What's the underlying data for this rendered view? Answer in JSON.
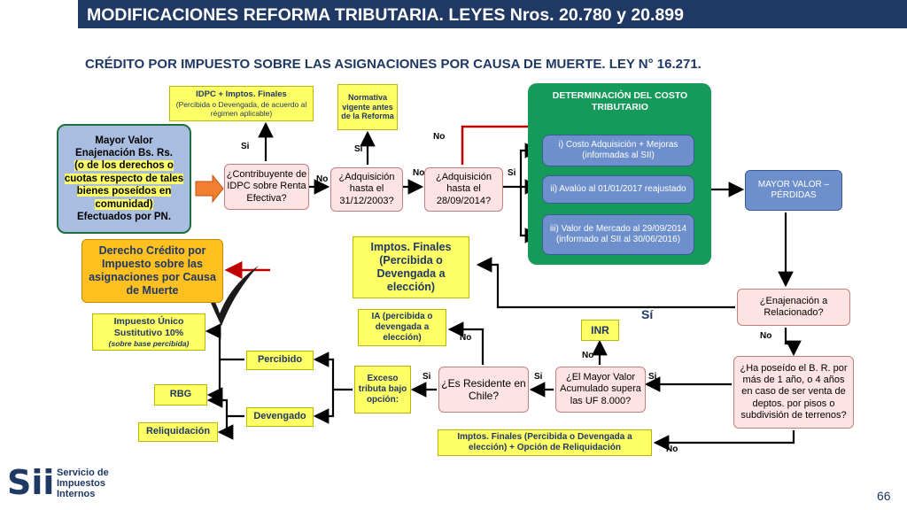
{
  "title": "MODIFICACIONES REFORMA TRIBUTARIA. LEYES Nros. 20.780 y 20.899",
  "subtitle": "CRÉDITO POR IMPUESTO SOBRE LAS ASIGNACIONES POR CAUSA DE MUERTE.  LEY N° 16.271.",
  "mayor_valor": {
    "line1": "Mayor Valor Enajenación Bs. Rs.",
    "line2": "(o de los derechos o cuotas respecto de tales bienes poseídos en comunidad)",
    "line3": "Efectuados por PN."
  },
  "idpc": {
    "main": "IDPC + Imptos. Finales",
    "sub": "(Percibida o Devengada, de acuerdo al régimen aplicable)"
  },
  "normativa": "Normativa vigente antes de la Reforma",
  "q_contribuyente": "¿Contribuyente de IDPC sobre Renta Efectiva?",
  "q_adq_2003": "¿Adquisición hasta el 31/12/2003?",
  "q_adq_2014": "¿Adquisición hasta el 28/09/2014?",
  "determinacion": {
    "title": "DETERMINACIÓN DEL COSTO TRIBUTARIO",
    "opt1": "i) Costo Adquisición + Mejoras (informadas al SII)",
    "opt2": "ii) Avalúo al 01/01/2017 reajustado",
    "opt3": "iii) Valor de Mercado al 29/09/2014 (informado al SII al 30/06/2016)"
  },
  "mayor_valor_perdidas": "MAYOR VALOR – PÉRDIDAS",
  "derecho_credito": "Derecho Crédito  por Impuesto sobre las asignaciones por Causa de Muerte",
  "imptos_finales_percibida": "Imptos. Finales (Percibida o Devengada a elección)",
  "q_enajenacion": "¿Enajenación a Relacionado?",
  "impuesto_unico": {
    "line1": "Impuesto Único Sustitutivo 10%",
    "line2": "(sobre base percibida)"
  },
  "ia_percibida": "IA (percibida o devengada a elección)",
  "inr": "INR",
  "percibido": "Percibido",
  "rbg": "RBG",
  "devengado": "Devengado",
  "reliquidacion": "Reliquidación",
  "exceso": "Exceso tributa bajo opción:",
  "q_residente": "¿Es Residente en Chile?",
  "q_mayor_valor_uf": "¿El Mayor Valor Acumulado supera las UF 8.000?",
  "q_poseido": "¿Ha poseído el B. R. por más de 1 año, o 4 años en caso de ser venta de deptos. por pisos o subdivisión de terrenos?",
  "imptos_reliquidacion": "Imptos. Finales (Percibida o Devengada a elección) + Opción de Reliquidación",
  "labels": {
    "si": "Si",
    "no": "No",
    "si_accent": "Sí"
  },
  "logo": {
    "brand": "Sii",
    "line1": "Servicio de",
    "line2": "Impuestos",
    "line3": "Internos"
  },
  "page_number": "66",
  "colors": {
    "title_bg": "#1f3864",
    "yellow": "#ffff66",
    "green": "#169a5a",
    "blue": "#6d8fcb",
    "pink": "#fde3e3",
    "orange": "#ffc020",
    "arrow_red": "#c00000"
  }
}
